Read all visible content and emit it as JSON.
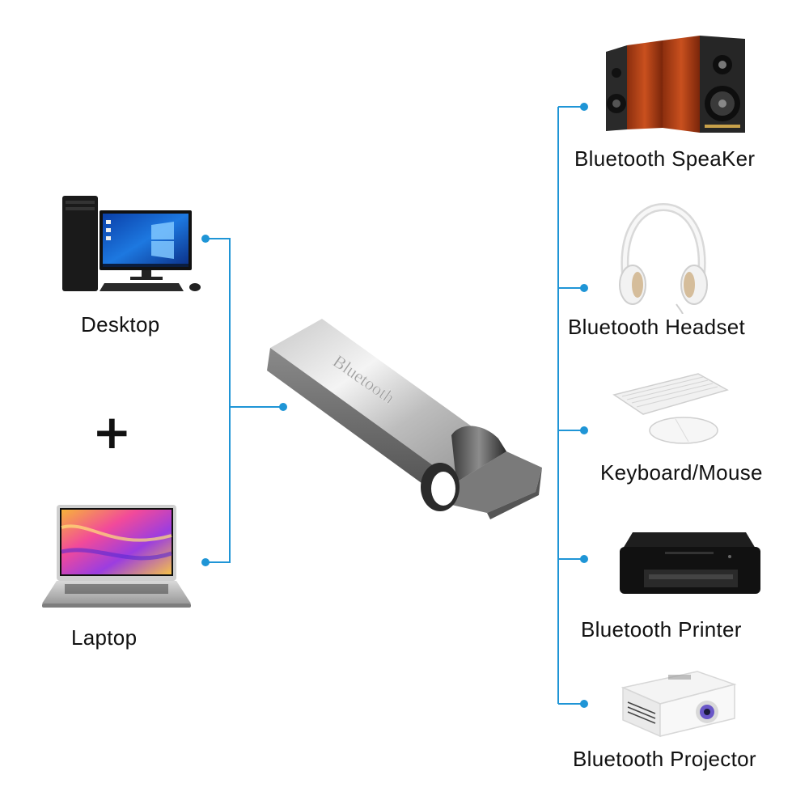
{
  "hosts": [
    {
      "id": "desktop",
      "label": "Desktop"
    },
    {
      "id": "laptop",
      "label": "Laptop"
    }
  ],
  "plus_symbol": "+",
  "dongle": {
    "engraving": "Bluetooth"
  },
  "devices": [
    {
      "id": "speaker",
      "label": "Bluetooth SpeaKer"
    },
    {
      "id": "headset",
      "label": "Bluetooth Headset"
    },
    {
      "id": "keyboard",
      "label": "Keyboard/Mouse"
    },
    {
      "id": "printer",
      "label": "Bluetooth Printer"
    },
    {
      "id": "projector",
      "label": "Bluetooth Projector"
    }
  ],
  "colors": {
    "connector_line": "#1f95d6",
    "dot": "#1f95d6",
    "text": "#111111"
  }
}
